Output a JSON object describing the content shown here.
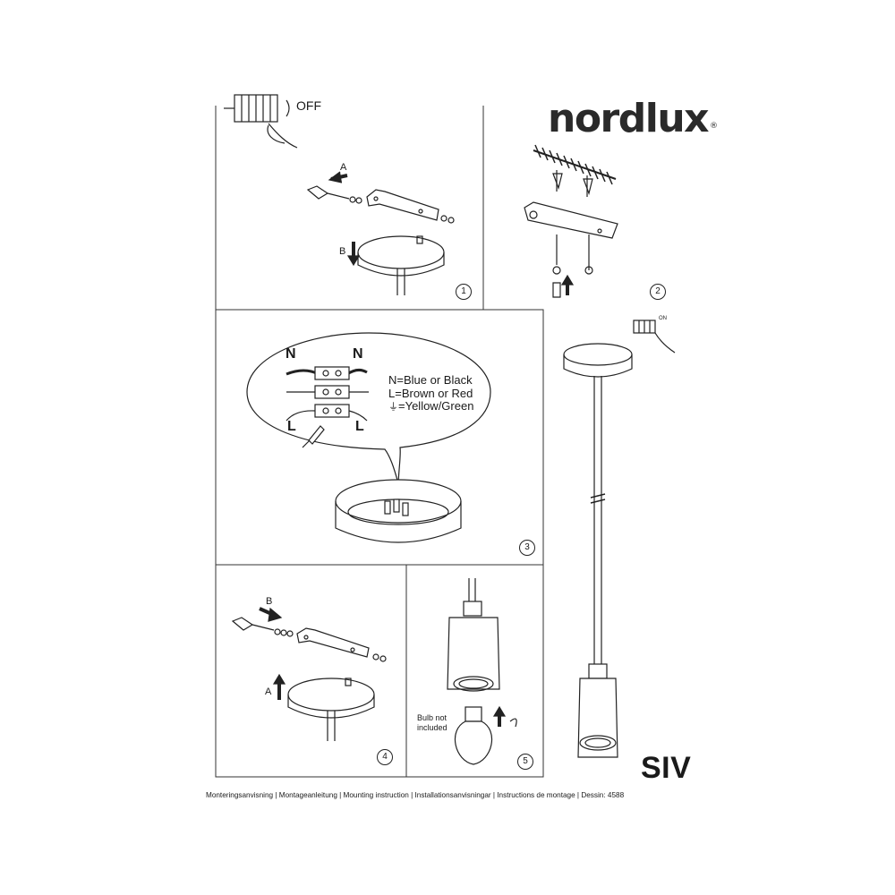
{
  "brand": {
    "name": "nordlux",
    "registered": "®"
  },
  "model_name": "SIV",
  "labels": {
    "off": "OFF",
    "on": "ON",
    "arrow_a": "A",
    "arrow_b": "B"
  },
  "wiring_legend": {
    "neutral_symbol": "N",
    "live_symbol": "L",
    "neutral": "N=Blue or Black",
    "live": "L=Brown or Red",
    "earth": "=Yellow/Green"
  },
  "bulb_note": {
    "line1": "Bulb not",
    "line2": "included"
  },
  "steps": [
    "1",
    "2",
    "3",
    "4",
    "5"
  ],
  "footer": "Monteringsanvisning | Montageanleitung | Mounting instruction | Installationsanvisningar | Instructions de montage | Dessin: 4588"
}
